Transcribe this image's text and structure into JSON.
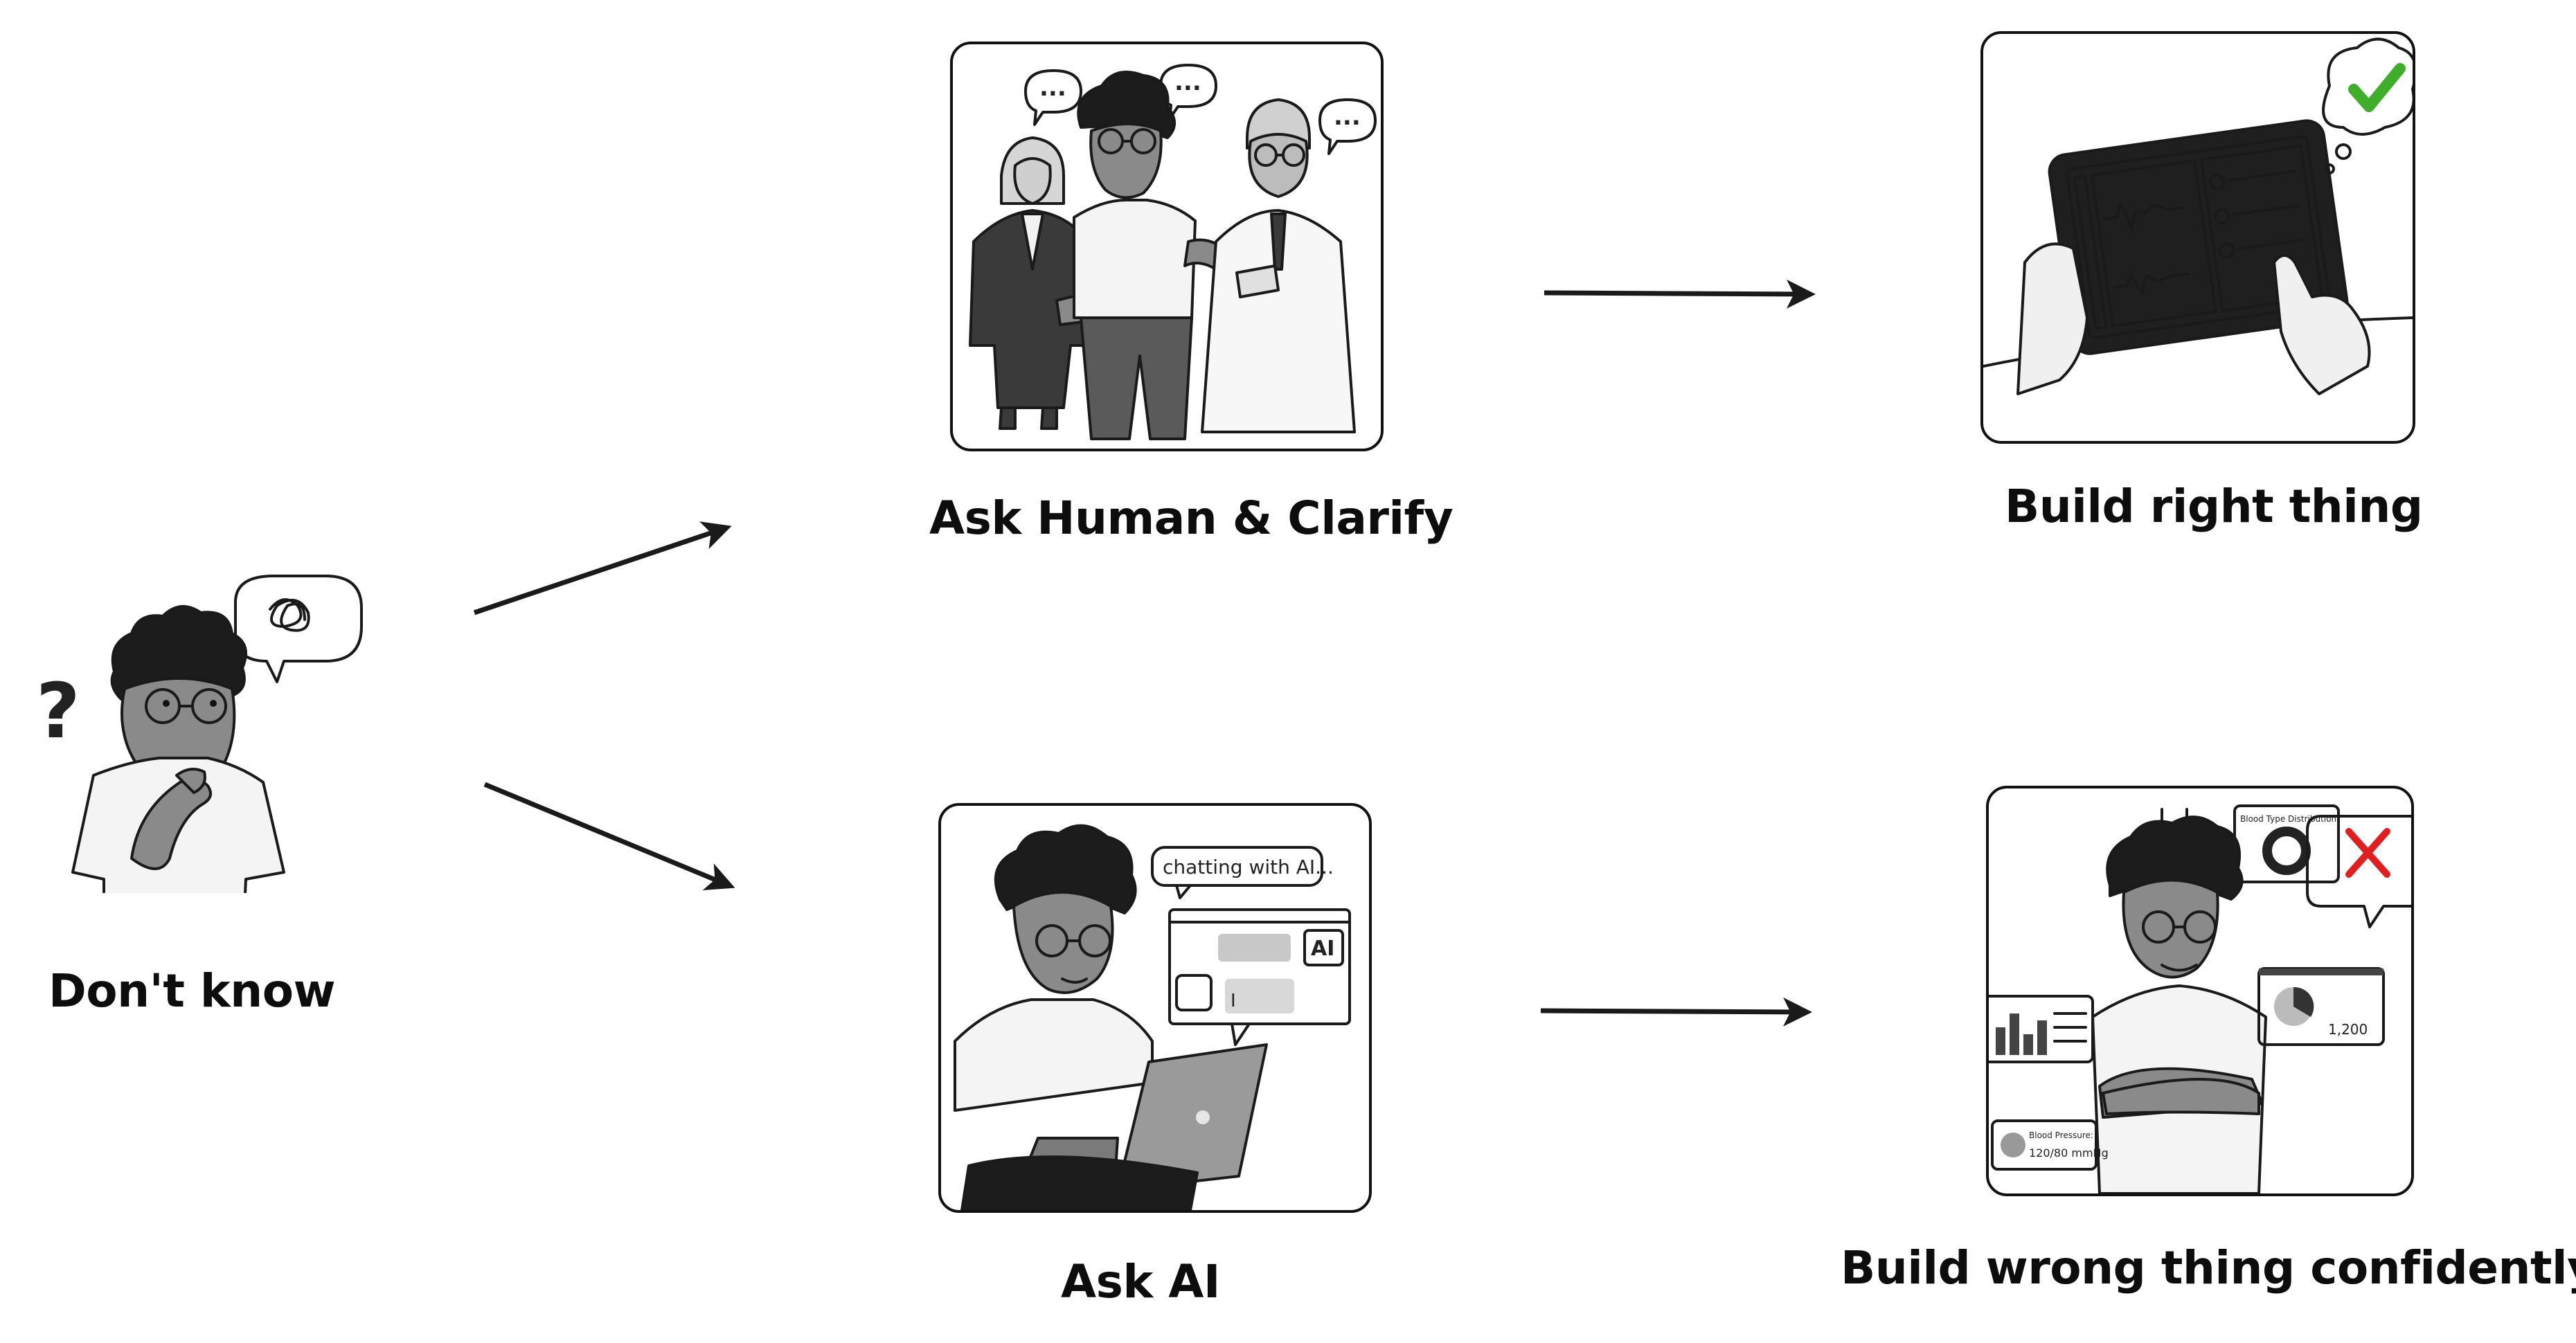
{
  "nodes": {
    "dont_know": {
      "label": "Don't know",
      "thought_glyph": "?"
    },
    "ask_human": {
      "label": "Ask Human & Clarify",
      "speech_glyph": "..."
    },
    "build_right": {
      "label": "Build right thing",
      "result_icon": "check-icon"
    },
    "ask_ai": {
      "label": "Ask AI",
      "bubble_text": "chatting with AI...",
      "badge": "AI",
      "cursor": "I"
    },
    "build_wrong": {
      "label": "Build  wrong  thing confidently",
      "result_icon": "cross-icon",
      "widget_value": "1,200",
      "widget_bp_title": "Blood Pressure:",
      "widget_bp_value": "120/80 mmHg",
      "widget_donut_title": "Blood Type Distribution"
    }
  },
  "colors": {
    "check": "#3fae2a",
    "cross": "#e02020",
    "ink": "#111111"
  }
}
